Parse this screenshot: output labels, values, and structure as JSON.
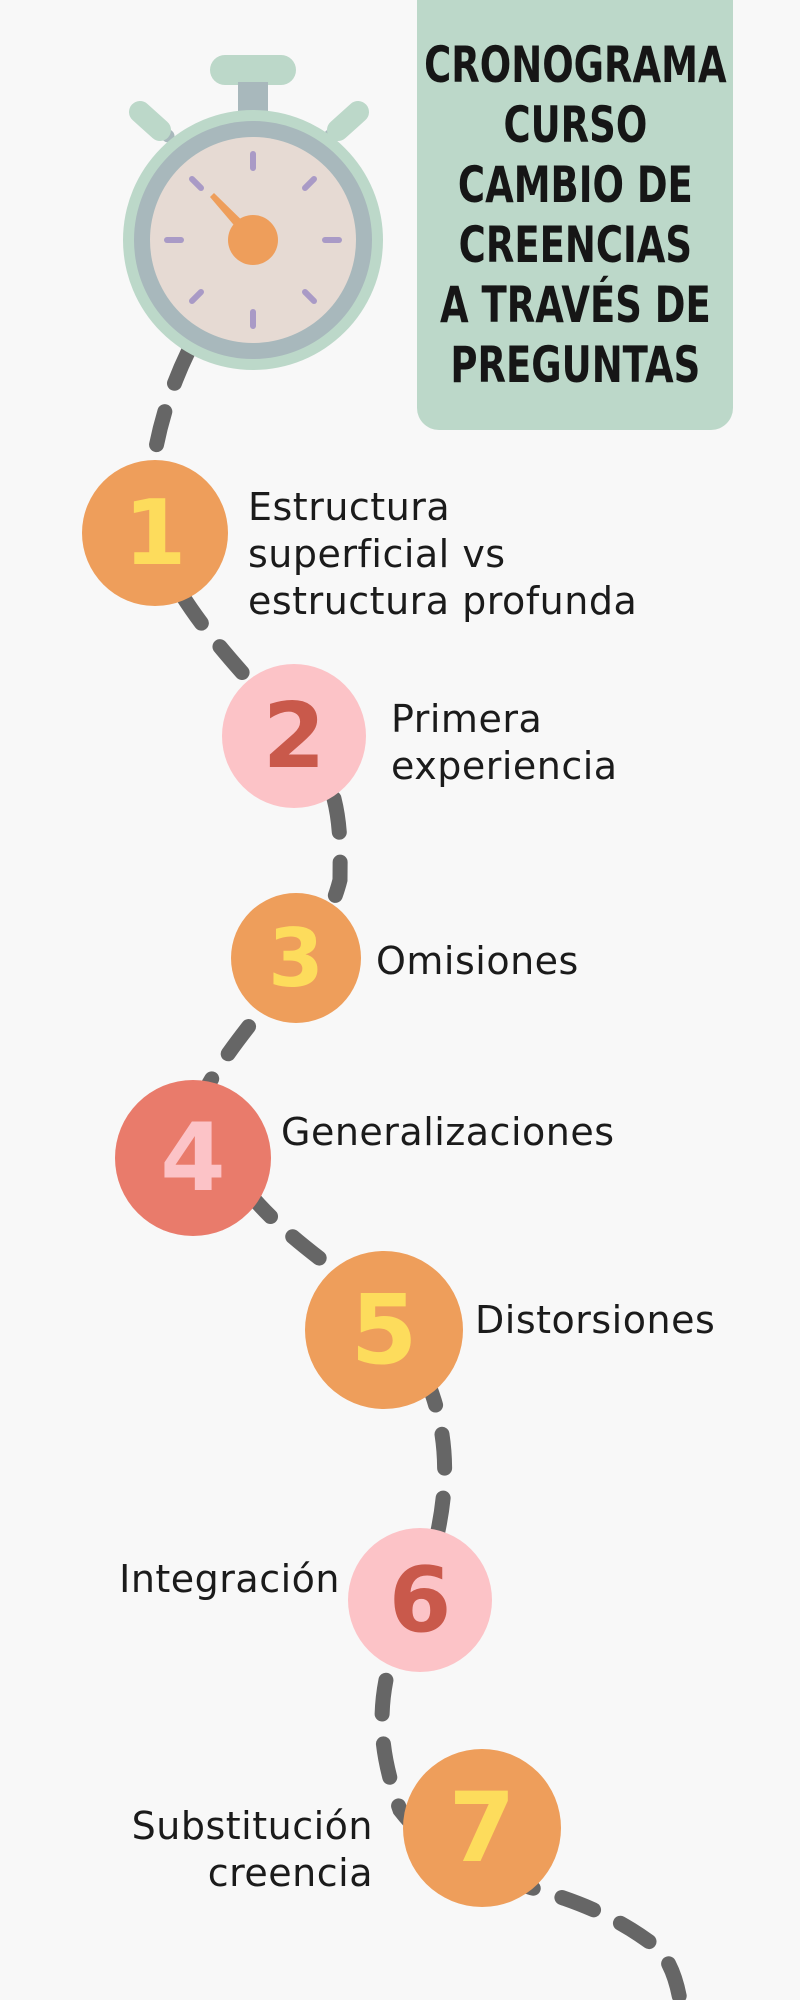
{
  "title": "CRONOGRAMA\nCURSO\nCAMBIO DE\nCREENCIAS\nA TRAVÉS DE\nPREGUNTAS",
  "colors": {
    "background": "#f8f8f8",
    "title_box": "#bcd8c9",
    "path": "#666666",
    "orange": "#ee9e5b",
    "pink": "#fcc3c7",
    "coral": "#e97b6b",
    "yellow_num": "#fddc5c",
    "red_num": "#c9594b",
    "pink_num": "#fcc3c7",
    "stopwatch_ring": "#bcd8c9",
    "stopwatch_bezel": "#a8b8bc",
    "stopwatch_face": "#e6dad3",
    "stopwatch_ticks": "#a99ac6"
  },
  "steps": [
    {
      "number": "1",
      "label": "Estructura\nsuperficial vs\nestructura profunda",
      "circle_color": "orange",
      "number_color": "yellow_num"
    },
    {
      "number": "2",
      "label": "Primera\nexperiencia",
      "circle_color": "pink",
      "number_color": "red_num"
    },
    {
      "number": "3",
      "label": "Omisiones",
      "circle_color": "orange",
      "number_color": "yellow_num"
    },
    {
      "number": "4",
      "label": "Generalizaciones",
      "circle_color": "coral",
      "number_color": "pink_num"
    },
    {
      "number": "5",
      "label": "Distorsiones",
      "circle_color": "orange",
      "number_color": "yellow_num"
    },
    {
      "number": "6",
      "label": "Integración",
      "circle_color": "pink",
      "number_color": "red_num"
    },
    {
      "number": "7",
      "label": "Substitución\ncreencia",
      "circle_color": "orange",
      "number_color": "yellow_num"
    }
  ]
}
